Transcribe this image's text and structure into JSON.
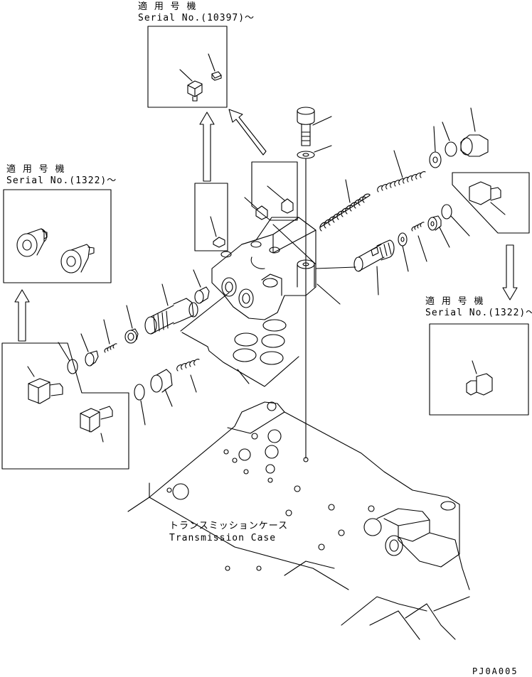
{
  "serial_callouts": [
    {
      "jp": "適 用 号 機",
      "en": "Serial No.(10397)～"
    },
    {
      "jp": "適 用 号 機",
      "en": "Serial No.(1322)～"
    },
    {
      "jp": "適 用 号 機",
      "en": "Serial No.(1322)～"
    }
  ],
  "case_label": {
    "jp": "トランスミッションケース",
    "en": "Transmission Case"
  },
  "drawing_code": "PJ0A005",
  "colors": {
    "ink": "#000000",
    "paper": "#ffffff"
  }
}
